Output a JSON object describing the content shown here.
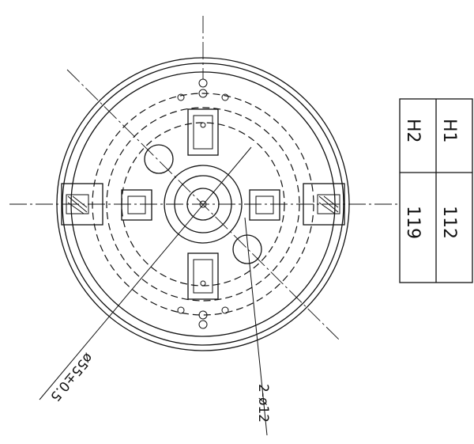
{
  "drawing": {
    "diameter_label": "ø55±0.5",
    "holes_label": "2-ø12"
  },
  "table": {
    "rows": [
      {
        "name": "H1",
        "value": "112"
      },
      {
        "name": "H2",
        "value": "119"
      }
    ]
  }
}
